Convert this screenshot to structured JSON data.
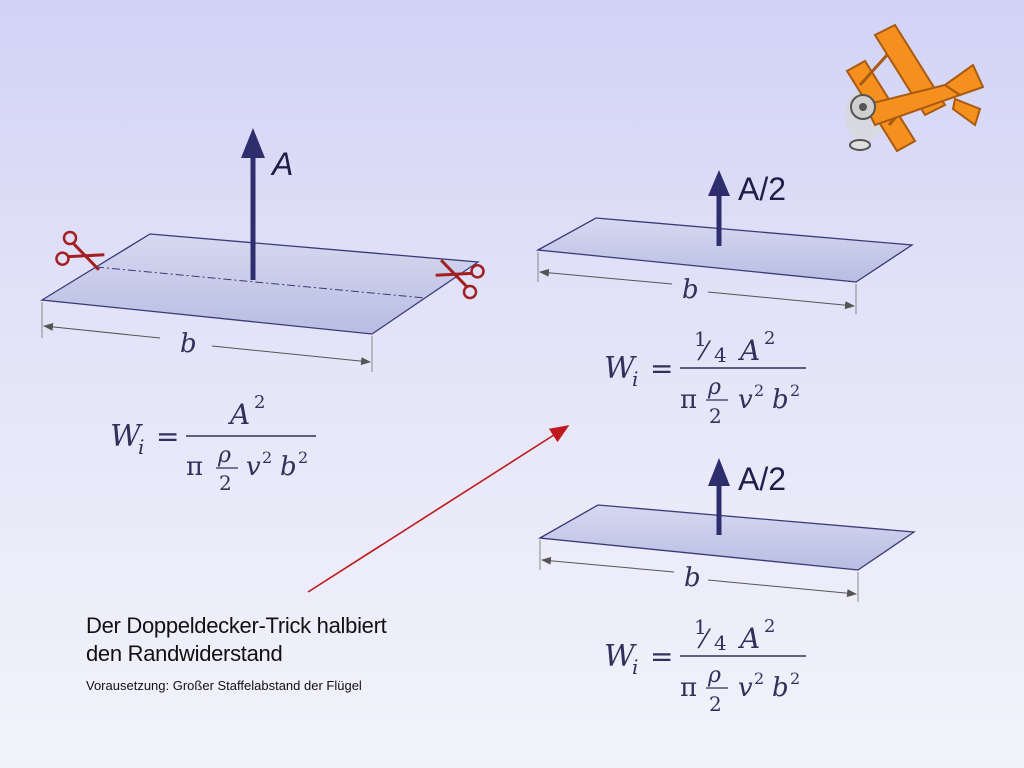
{
  "diagram": {
    "single_wing": {
      "force_label": "A",
      "span_label": "b",
      "formula": {
        "lhs": "W",
        "lhs_sub": "i",
        "eq": "=",
        "num": "A",
        "num_exp": "2",
        "pi": "π",
        "rho": "ρ",
        "two": "2",
        "v": "v",
        "v_exp": "2",
        "b": "b",
        "b_exp": "2"
      }
    },
    "upper_wing": {
      "force_label": "A/2",
      "span_label": "b",
      "formula": {
        "lhs": "W",
        "lhs_sub": "i",
        "eq": "=",
        "frac_num": "1",
        "frac_slash": "⁄",
        "frac_den": "4",
        "num": "A",
        "num_exp": "2",
        "pi": "π",
        "rho": "ρ",
        "two": "2",
        "v": "v",
        "v_exp": "2",
        "b": "b",
        "b_exp": "2"
      }
    },
    "lower_wing": {
      "force_label": "A/2",
      "span_label": "b",
      "formula": {
        "lhs": "W",
        "lhs_sub": "i",
        "eq": "=",
        "frac_num": "1",
        "frac_slash": "⁄",
        "frac_den": "4",
        "num": "A",
        "num_exp": "2",
        "pi": "π",
        "rho": "ρ",
        "two": "2",
        "v": "v",
        "v_exp": "2",
        "b": "b",
        "b_exp": "2"
      }
    },
    "scissors_icon": "scissors-icon",
    "biplane_icon": "biplane-icon"
  },
  "caption": {
    "line1": "Der Doppeldecker-Trick halbiert",
    "line2": "den Randwiderstand",
    "note": "Vorausetzung: Großer Staffelabstand der Flügel"
  },
  "colors": {
    "wing_fill": "#c8cdea",
    "wing_stroke": "#3a3a78",
    "arrow": "#2e2e6e",
    "pointer": "#c0181c",
    "plane": "#f5901e"
  }
}
